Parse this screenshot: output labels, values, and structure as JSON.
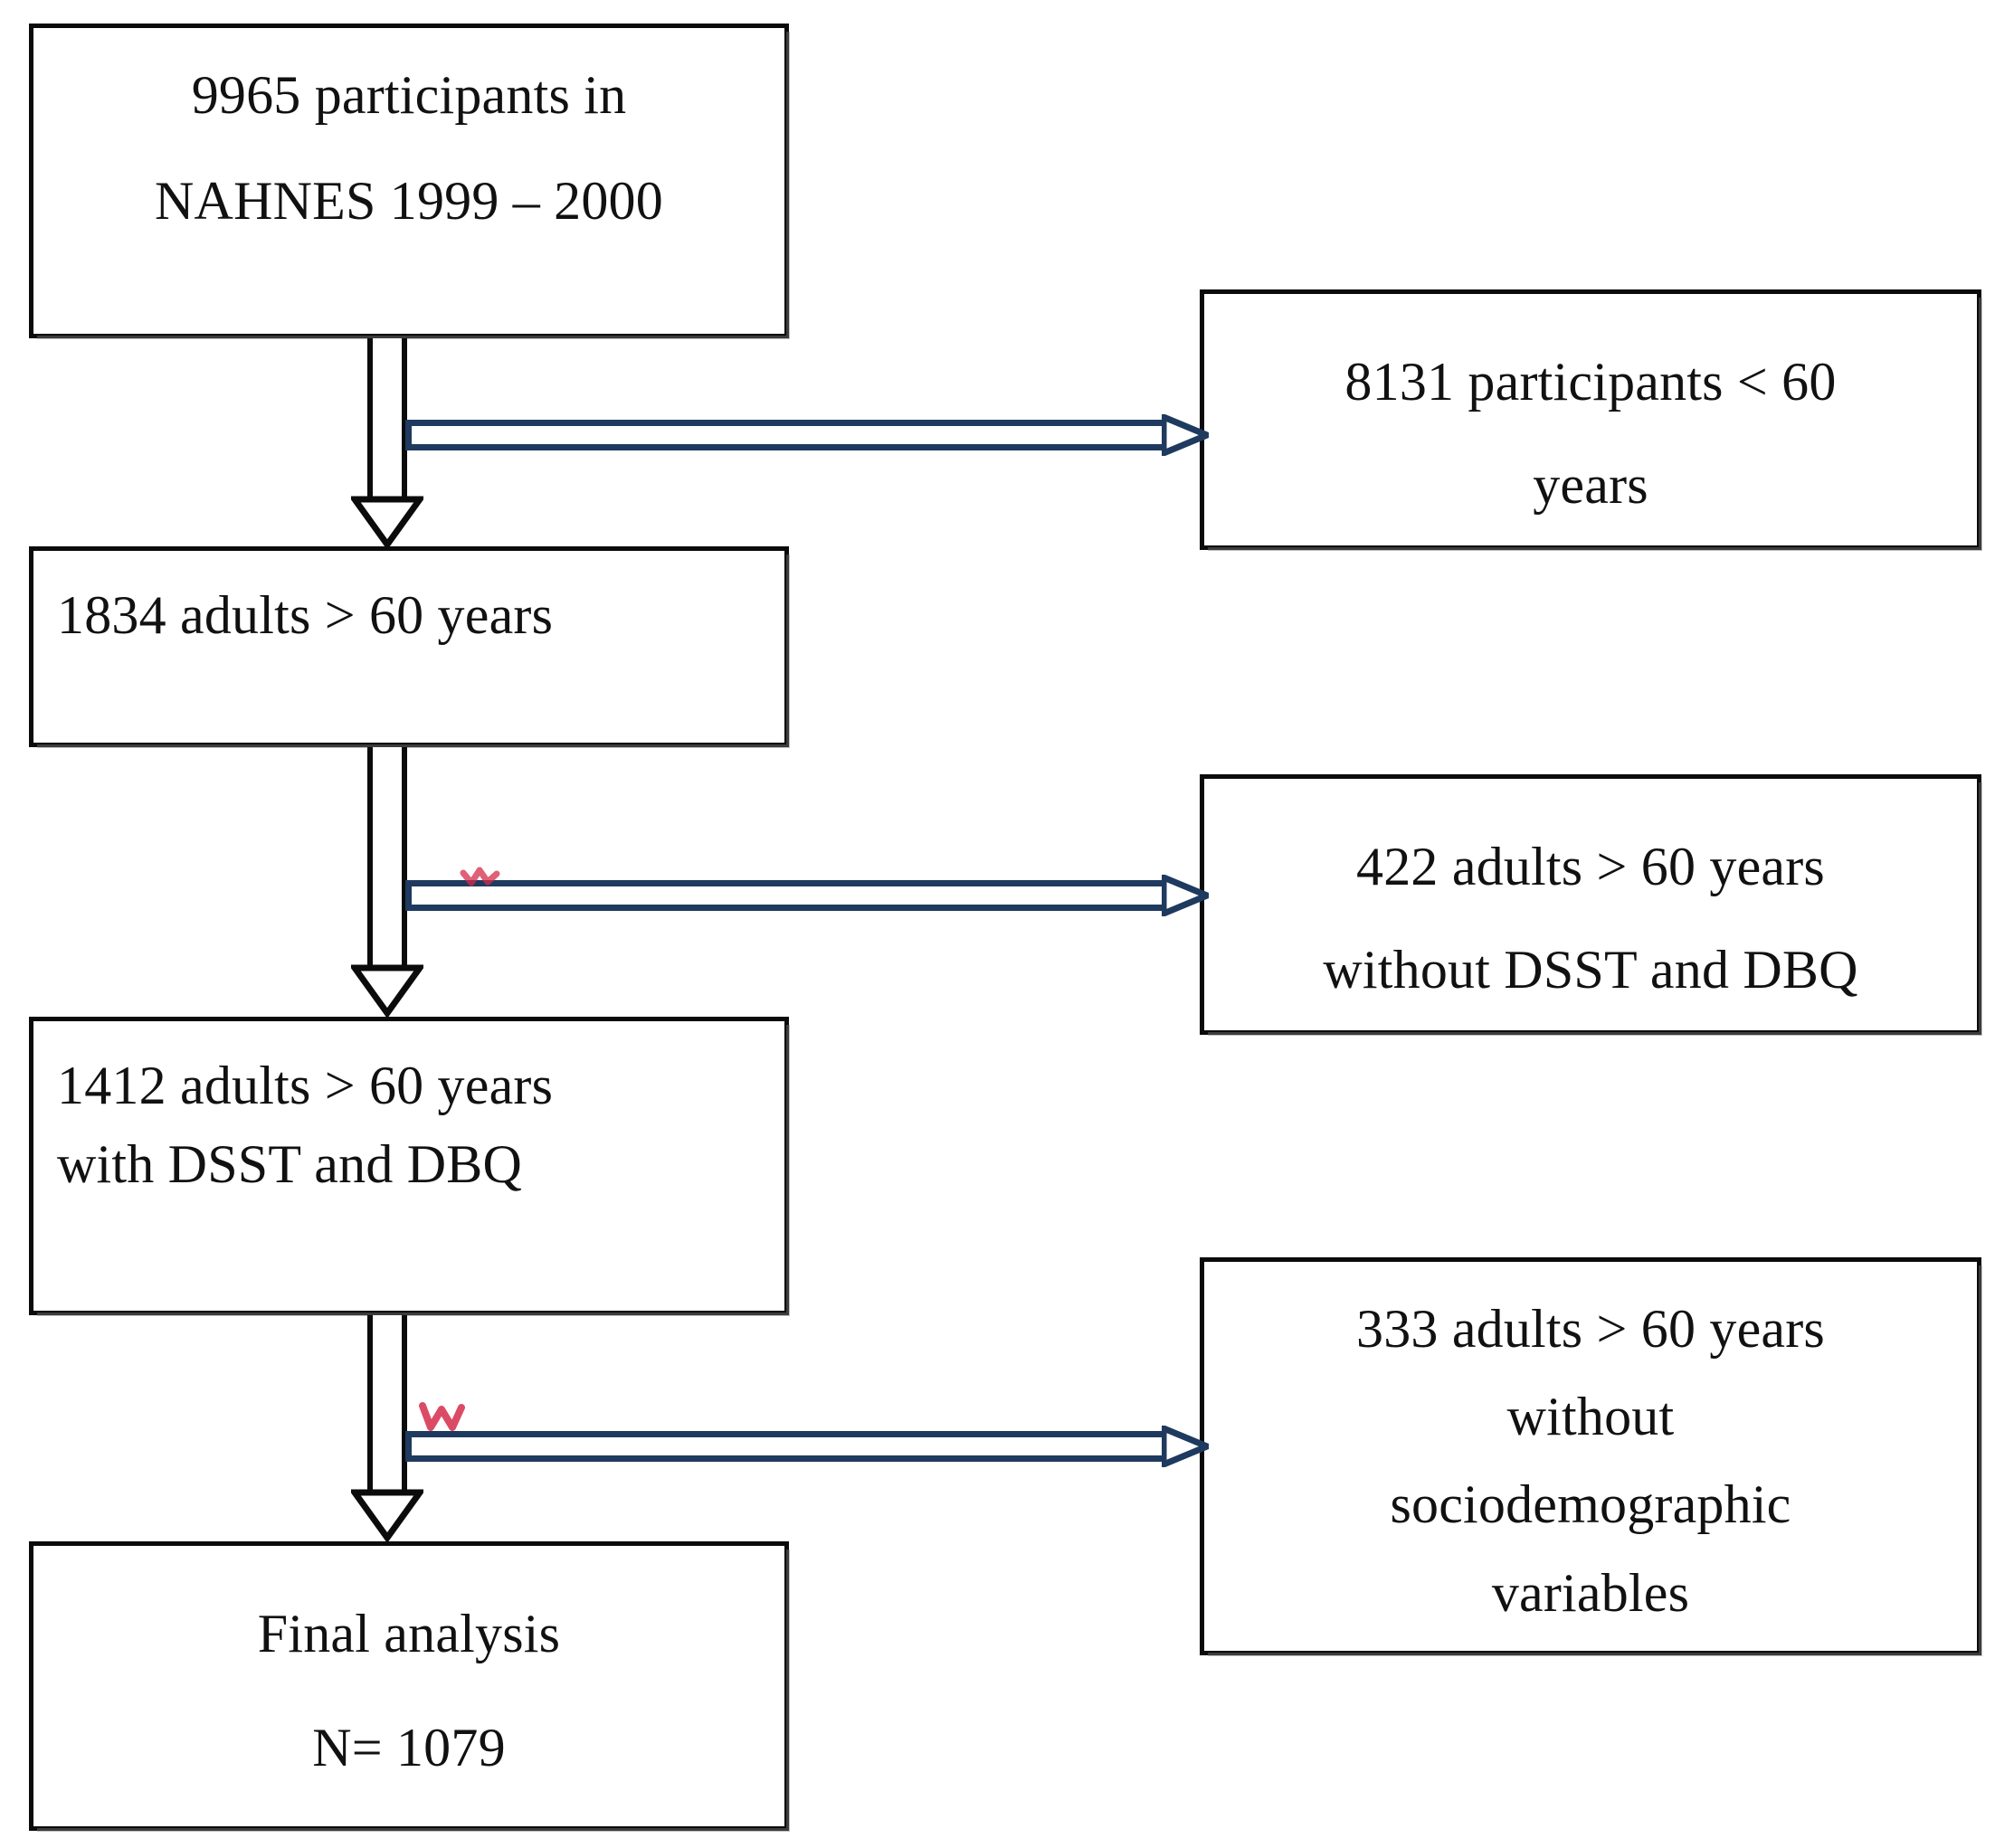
{
  "figure": {
    "type": "flowchart",
    "orientation": "top-to-bottom with right-side exclusion branches",
    "title": "Participant selection flow diagram"
  },
  "colors": {
    "box_border": "#0b0b0b",
    "box_fill": "#ffffff",
    "text": "#111111",
    "vertical_arrow_outline": "#0b0b0b",
    "vertical_arrow_fill": "#ffffff",
    "horizontal_arrow_outline": "#1f3a5f",
    "horizontal_arrow_fill": "#ffffff",
    "ink_annotation": "#d52b4a"
  },
  "nodes": {
    "source": {
      "id": "source-cohort",
      "align": "center",
      "lines": [
        "9965 participants in",
        "NAHNES 1999 – 2000"
      ]
    },
    "age_filtered": {
      "id": "adults-over-60",
      "align": "left",
      "lines": [
        "1834 adults > 60 years"
      ]
    },
    "test_complete": {
      "id": "adults-with-dsst-dbq",
      "align": "left",
      "lines": [
        "1412 adults > 60 years",
        "with DSST and DBQ"
      ]
    },
    "final": {
      "id": "final-analysis",
      "align": "center",
      "lines": [
        "Final analysis",
        "N= 1079"
      ]
    }
  },
  "exclusions": {
    "under_60": {
      "id": "excluded-under-60",
      "align": "center",
      "lines": [
        "8131 participants < 60",
        "years"
      ]
    },
    "missing_tests": {
      "id": "excluded-missing-dsst-dbq",
      "align": "center",
      "lines": [
        "422 adults > 60 years",
        "without DSST and DBQ"
      ]
    },
    "missing_sociodemographic": {
      "id": "excluded-missing-sociodemographic",
      "align": "center",
      "lines": [
        "333 adults > 60 years",
        "without",
        "sociodemographic",
        "variables"
      ]
    }
  },
  "counts": {
    "total_participants": 9965,
    "survey_cycle": "NAHNES 1999 – 2000",
    "excluded_under_60": 8131,
    "adults_over_60": 1834,
    "excluded_without_dsst_dbq": 422,
    "adults_with_dsst_dbq": 1412,
    "excluded_without_sociodemographic": 333,
    "final_analysis_n": 1079
  },
  "connectors": {
    "vertical": [
      {
        "id": "source-to-age",
        "from": "source-cohort",
        "to": "adults-over-60",
        "style": "hollow-block-arrow-down"
      },
      {
        "id": "age-to-tests",
        "from": "adults-over-60",
        "to": "adults-with-dsst-dbq",
        "style": "hollow-block-arrow-down"
      },
      {
        "id": "tests-to-final",
        "from": "adults-with-dsst-dbq",
        "to": "final-analysis",
        "style": "hollow-block-arrow-down"
      }
    ],
    "horizontal": [
      {
        "id": "exclude-under-60",
        "to": "excluded-under-60",
        "style": "hollow-block-arrow-right"
      },
      {
        "id": "exclude-missing-tests",
        "to": "excluded-missing-dsst-dbq",
        "style": "hollow-block-arrow-right"
      },
      {
        "id": "exclude-missing-sociodemographic",
        "to": "excluded-missing-sociodemographic",
        "style": "hollow-block-arrow-right"
      }
    ]
  }
}
